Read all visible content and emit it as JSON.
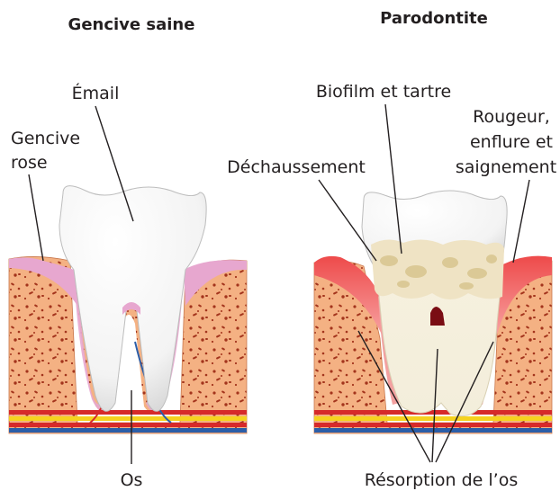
{
  "titles": {
    "healthy": "Gencive saine",
    "disease": "Parodontite"
  },
  "labels": {
    "email": "Émail",
    "gencive_line1": "Gencive",
    "gencive_line2": "rose",
    "os": "Os",
    "biofilm": "Biofilm et tartre",
    "dechaussement": "Déchaussement",
    "rougeur_line1": "Rougeur,",
    "rougeur_line2": "enflure et",
    "rougeur_line3": "saignement",
    "resorption": "Résorption de l’os"
  },
  "colors": {
    "bone": "#f4b183",
    "bone_spots": "#a3341c",
    "gum_healthy": "#e7a7cf",
    "gum_inflamed": "#e5343a",
    "tooth": "#ffffff",
    "tartar": "#efe3c4",
    "artery": "#d62a2a",
    "vein": "#2c5ea8",
    "nerve": "#f5d21f"
  }
}
